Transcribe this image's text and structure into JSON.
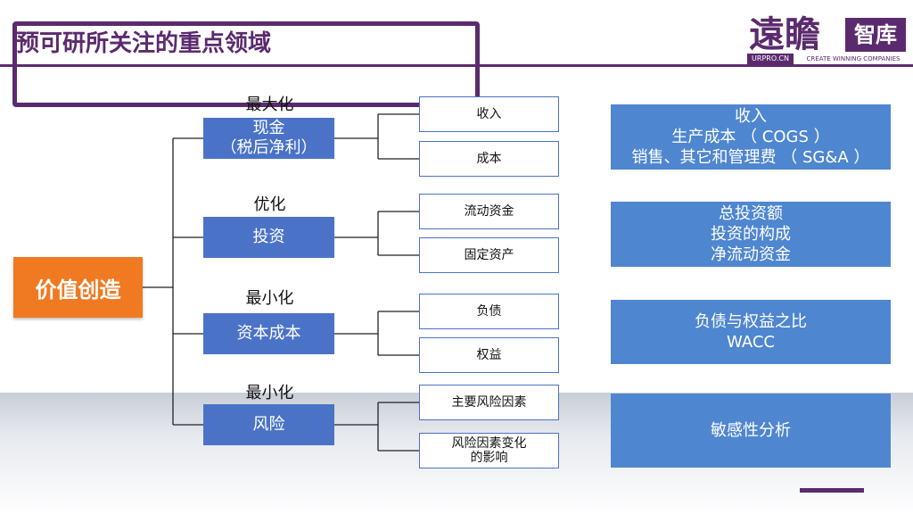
{
  "title": "预可研所关注的重点领域",
  "logo": {
    "brand": "遠瞻",
    "zhiku": "智库",
    "site": "URPRO.CN",
    "slogan": "CREATE WINNING COMPANIES"
  },
  "root": "价值创造",
  "branches": [
    {
      "op": "最大化",
      "label": [
        "现金",
        "（税后净利）"
      ],
      "leaves": [
        "收入",
        "成本"
      ],
      "info": [
        "收入",
        "生产成本 （ COGS ）",
        "销售、其它和管理费 （ SG&A ）"
      ]
    },
    {
      "op": "优化",
      "label": [
        "投资"
      ],
      "leaves": [
        "流动资金",
        "固定资产"
      ],
      "info": [
        "总投资额",
        "投资的构成",
        "净流动资金"
      ]
    },
    {
      "op": "最小化",
      "label": [
        "资本成本"
      ],
      "leaves": [
        "负债",
        "权益"
      ],
      "info": [
        "负债与权益之比",
        "WACC"
      ]
    },
    {
      "op": "最小化",
      "label": [
        "风险"
      ],
      "leaves": [
        "主要风险因素",
        "风险因素变化\n的影响"
      ],
      "info": [
        "敏感性分析"
      ]
    }
  ],
  "colors": {
    "purple": "#5b2a6e",
    "orange": "#f07a22",
    "blue": "#4a73c8",
    "info_blue": "#4f86d0"
  }
}
